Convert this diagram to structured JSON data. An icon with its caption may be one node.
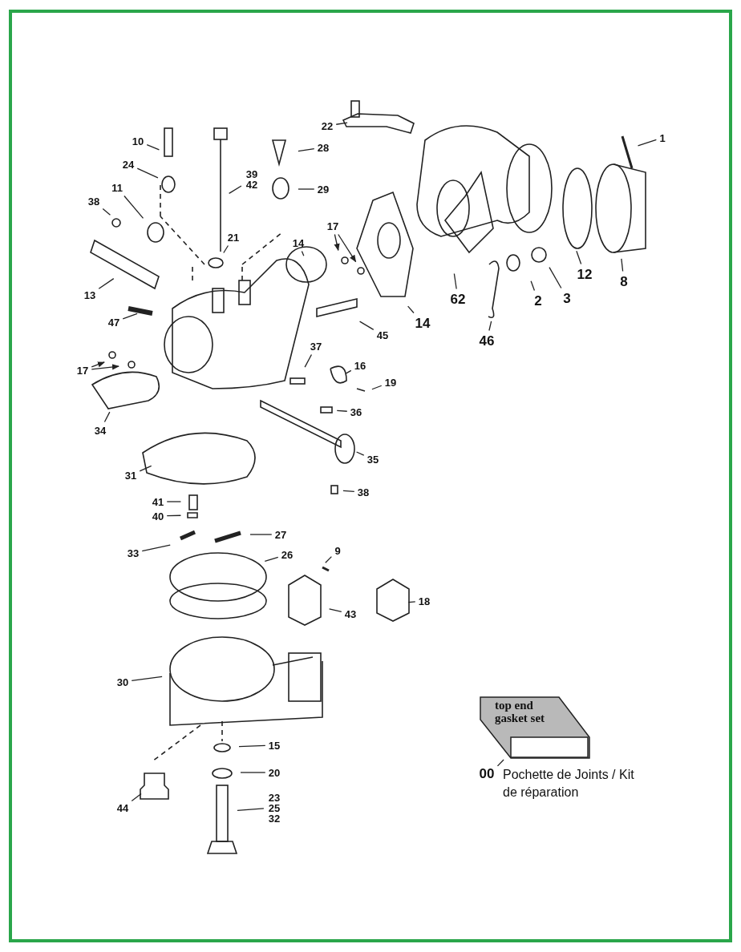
{
  "diagram": {
    "nodes": [
      {
        "text": [
          "22"
        ]
      },
      {
        "text": [
          "1"
        ]
      },
      {
        "text": [
          "10"
        ]
      },
      {
        "text": [
          "28"
        ]
      },
      {
        "text": [
          "39 42"
        ]
      },
      {
        "text": [
          "24"
        ]
      },
      {
        "text": [
          "29"
        ]
      },
      {
        "text": [
          "11"
        ]
      },
      {
        "text": [
          "38"
        ]
      },
      {
        "text": [
          "21"
        ]
      },
      {
        "text": [
          "17"
        ]
      },
      {
        "text": [
          "14"
        ]
      },
      {
        "text": [
          "13"
        ]
      },
      {
        "text": [
          "47"
        ]
      },
      {
        "text": [
          "45"
        ]
      },
      {
        "text": [
          "14"
        ]
      },
      {
        "text": [
          "62"
        ]
      },
      {
        "text": [
          "46"
        ]
      },
      {
        "text": [
          "2"
        ]
      },
      {
        "text": [
          "3"
        ]
      },
      {
        "text": [
          "12"
        ]
      },
      {
        "text": [
          "8"
        ]
      },
      {
        "text": [
          "17"
        ]
      },
      {
        "text": [
          "37"
        ]
      },
      {
        "text": [
          "16"
        ]
      },
      {
        "text": [
          "19"
        ]
      },
      {
        "text": [
          "34"
        ]
      },
      {
        "text": [
          "36"
        ]
      },
      {
        "text": [
          "35"
        ]
      },
      {
        "text": [
          "31"
        ]
      },
      {
        "text": [
          "38"
        ]
      },
      {
        "text": [
          "41"
        ]
      },
      {
        "text": [
          "40"
        ]
      },
      {
        "text": [
          "27"
        ]
      },
      {
        "text": [
          "9"
        ]
      },
      {
        "text": [
          "33"
        ]
      },
      {
        "text": [
          "26"
        ]
      },
      {
        "text": [
          "43"
        ]
      },
      {
        "text": [
          "18"
        ]
      },
      {
        "text": [
          "30"
        ]
      },
      {
        "text": [
          "15"
        ]
      },
      {
        "text": [
          "20"
        ]
      },
      {
        "text": [
          "44"
        ]
      },
      {
        "text": [
          "23 25 32"
        ]
      },
      {
        "text": [
          "00"
        ]
      },
      {
        "text": [
          "top end gasket set"
        ]
      }
    ],
    "edges": [
      {
        "from": 0,
        "to": null,
        "arrow": "none"
      },
      {
        "from": 1,
        "to": null,
        "arrow": "none"
      },
      {
        "from": 2,
        "to": null,
        "arrow": "none"
      },
      {
        "from": 3,
        "to": null,
        "arrow": "none"
      },
      {
        "from": 4,
        "to": null,
        "arrow": "none"
      },
      {
        "from": 5,
        "to": null,
        "arrow": "none"
      },
      {
        "from": 6,
        "to": null,
        "arrow": "none"
      },
      {
        "from": 7,
        "to": null,
        "arrow": "none"
      },
      {
        "from": 8,
        "to": null,
        "arrow": "none"
      },
      {
        "from": 9,
        "to": null,
        "arrow": "none"
      },
      {
        "from": 10,
        "to": null,
        "arrow": "to"
      },
      {
        "from": 10,
        "to": null,
        "arrow": "to"
      },
      {
        "from": 11,
        "to": null,
        "arrow": "none"
      },
      {
        "from": 12,
        "to": null,
        "arrow": "none"
      },
      {
        "from": 13,
        "to": null,
        "arrow": "none"
      },
      {
        "from": 14,
        "to": null,
        "arrow": "none"
      },
      {
        "from": 15,
        "to": null,
        "arrow": "none"
      },
      {
        "from": 16,
        "to": null,
        "arrow": "none"
      },
      {
        "from": 17,
        "to": null,
        "arrow": "none"
      },
      {
        "from": 18,
        "to": null,
        "arrow": "none"
      },
      {
        "from": 19,
        "to": null,
        "arrow": "none"
      },
      {
        "from": 20,
        "to": null,
        "arrow": "none"
      },
      {
        "from": 21,
        "to": null,
        "arrow": "none"
      },
      {
        "from": 22,
        "to": null,
        "arrow": "to"
      },
      {
        "from": 22,
        "to": null,
        "arrow": "to"
      },
      {
        "from": 23,
        "to": null,
        "arrow": "none"
      },
      {
        "from": 24,
        "to": null,
        "arrow": "none"
      },
      {
        "from": 25,
        "to": null,
        "arrow": "none"
      },
      {
        "from": 26,
        "to": null,
        "arrow": "none"
      },
      {
        "from": 27,
        "to": null,
        "arrow": "none"
      },
      {
        "from": 28,
        "to": null,
        "arrow": "none"
      },
      {
        "from": 29,
        "to": null,
        "arrow": "none"
      },
      {
        "from": 30,
        "to": null,
        "arrow": "none"
      },
      {
        "from": 31,
        "to": null,
        "arrow": "none"
      },
      {
        "from": 32,
        "to": null,
        "arrow": "none"
      },
      {
        "from": 33,
        "to": null,
        "arrow": "none"
      },
      {
        "from": 34,
        "to": null,
        "arrow": "none"
      },
      {
        "from": 35,
        "to": null,
        "arrow": "none"
      },
      {
        "from": 36,
        "to": null,
        "arrow": "none"
      },
      {
        "from": 37,
        "to": null,
        "arrow": "none"
      },
      {
        "from": 38,
        "to": null,
        "arrow": "none"
      },
      {
        "from": 39,
        "to": null,
        "arrow": "none"
      },
      {
        "from": 40,
        "to": null,
        "arrow": "none"
      },
      {
        "from": 41,
        "to": null,
        "arrow": "none"
      },
      {
        "from": 42,
        "to": null,
        "arrow": "none"
      },
      {
        "from": 43,
        "to": null,
        "arrow": "none"
      },
      {
        "from": 44,
        "to": 45,
        "arrow": "none"
      }
    ],
    "labels": [
      "Pochette de Joints / Kit de réparation"
    ]
  }
}
